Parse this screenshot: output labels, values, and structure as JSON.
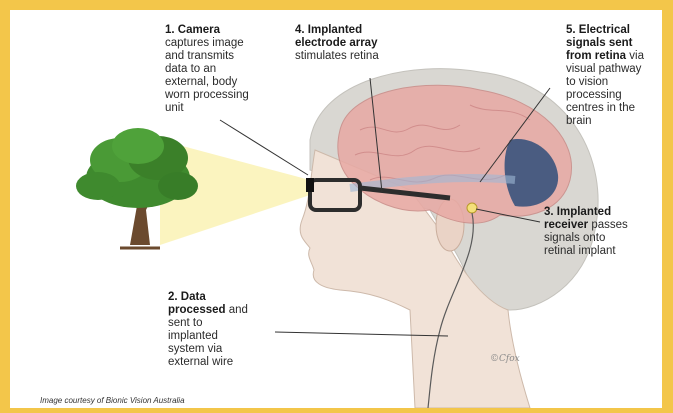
{
  "labels": {
    "camera": {
      "title": "1. Camera",
      "lines": [
        "captures image",
        "and  transmits",
        "data to an",
        "external, body",
        "worn processing",
        "unit"
      ]
    },
    "electrode": {
      "title_lines": [
        "4. Implanted",
        "electrode array"
      ],
      "lines": [
        "stimulates retina"
      ]
    },
    "signals": {
      "title_lines": [
        "5. Electrical",
        "signals sent",
        "from retina"
      ],
      "inline_after": " via",
      "lines": [
        "visual pathway",
        "to vision",
        "processing",
        "centres in the",
        "brain"
      ]
    },
    "receiver": {
      "title_lines": [
        "3. Implanted",
        "receiver"
      ],
      "inline_after": " passes",
      "lines": [
        "signals onto",
        "retinal implant"
      ]
    },
    "data": {
      "title_lines": [
        "2. Data",
        "processed"
      ],
      "inline_after": " and",
      "lines": [
        "sent to",
        "implanted",
        "system via",
        "external wire"
      ]
    }
  },
  "credit": "Image courtesy of Bionic Vision Australia",
  "colors": {
    "border": "#f3c64a",
    "tree_foliage": "#3f8a2e",
    "trunk": "#6b4a2e",
    "beam": "#fbf3b8",
    "brain": "#e8a9a4",
    "hair": "#d9d7d2",
    "skin": "#f1e2d7",
    "glasses": "#2d2d2d",
    "visual_cortex": "#2f4e7a"
  }
}
